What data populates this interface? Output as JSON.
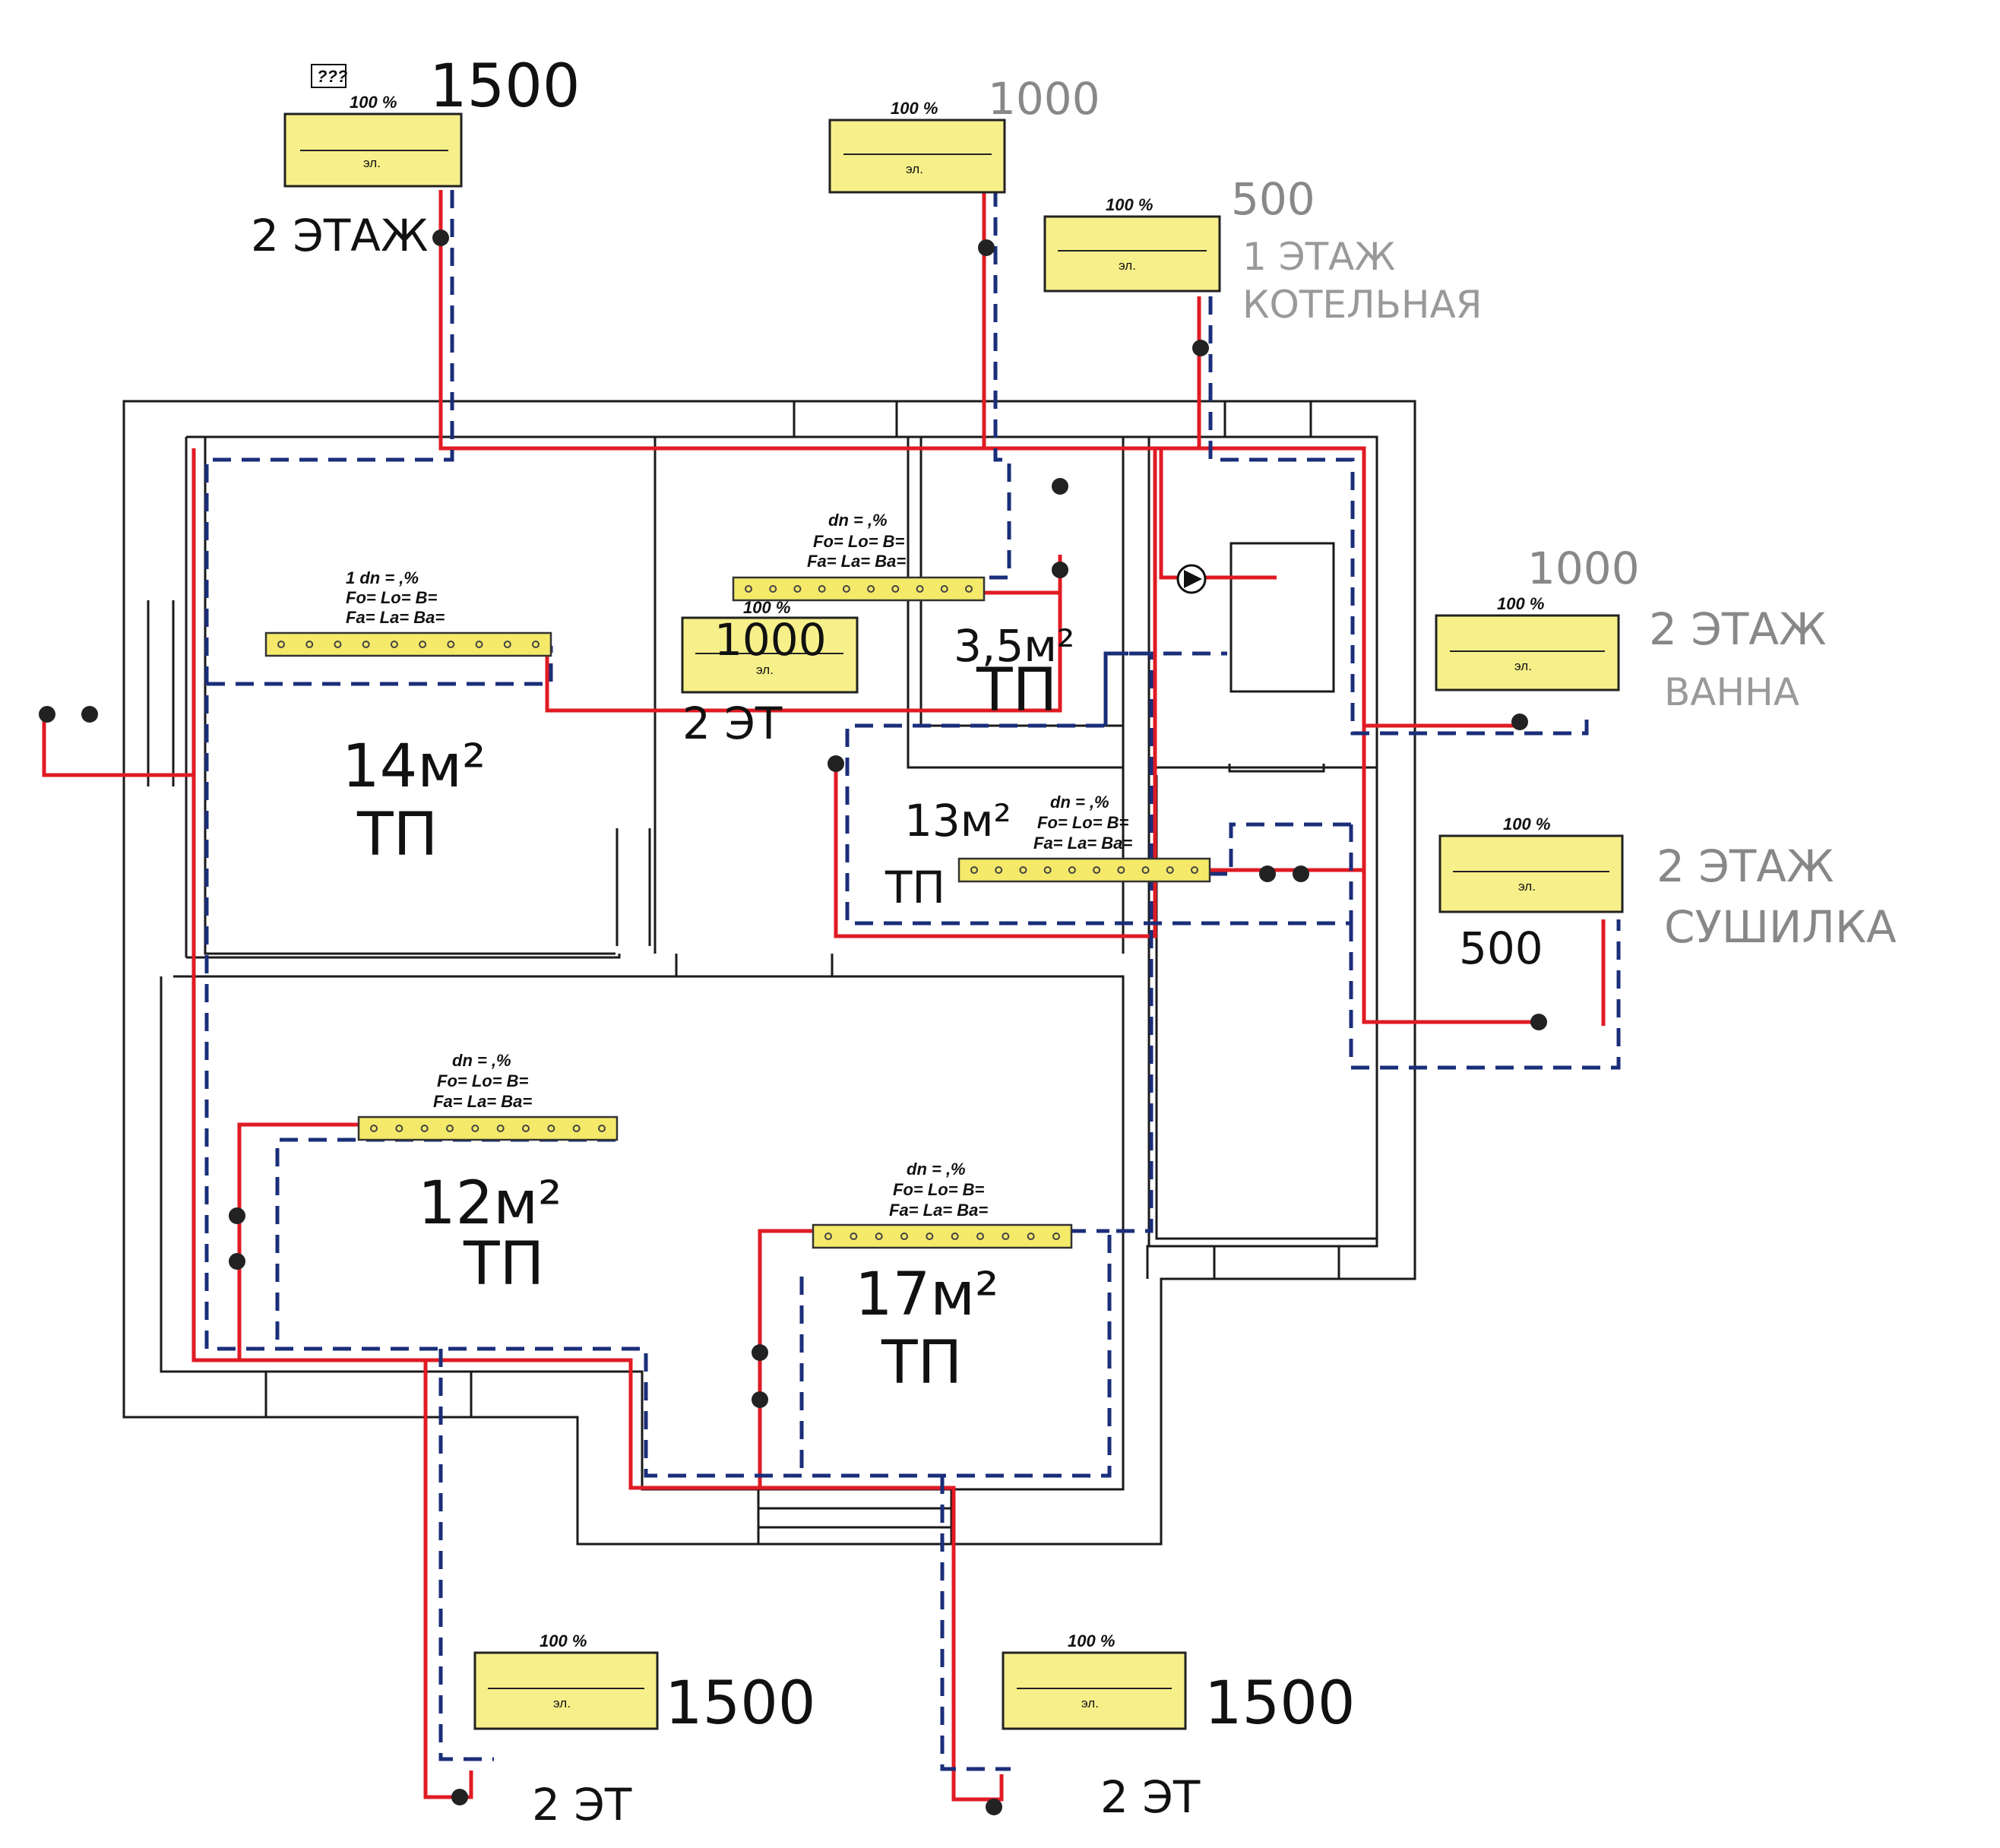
{
  "colors": {
    "supply": "#e01b24",
    "return": "#1a2e7a",
    "radiator": "#f7f08a",
    "manifold": "#f5e96a"
  },
  "radiators": [
    {
      "id": "r1",
      "percent": "100 %",
      "label": "эл.",
      "power": "1500",
      "note": "2 ЭТАЖ"
    },
    {
      "id": "r2",
      "percent": "100 %",
      "label": "эл.",
      "power": "1000",
      "note": ""
    },
    {
      "id": "r3",
      "percent": "100 %",
      "label": "эл.",
      "power": "500",
      "note": "1 ЭТАЖ",
      "note2": "КОТЕЛЬНАЯ"
    },
    {
      "id": "r4",
      "percent": "100 %",
      "label": "эл.",
      "power": "1000",
      "note": "2 ЭТ"
    },
    {
      "id": "r5",
      "percent": "100 %",
      "label": "эл.",
      "power": "1000",
      "note": "2 ЭТАЖ",
      "note2": "ВАННА"
    },
    {
      "id": "r6",
      "percent": "100 %",
      "label": "эл.",
      "power": "500",
      "note": "2 ЭТАЖ",
      "note2": "СУШИЛКА"
    },
    {
      "id": "r7",
      "percent": "100 %",
      "label": "эл.",
      "power": "1500",
      "note": "2 ЭТ"
    },
    {
      "id": "r8",
      "percent": "100 %",
      "label": "эл.",
      "power": "1500",
      "note": "2 ЭТ"
    }
  ],
  "unknown_tag": "???",
  "manifolds": [
    {
      "id": "m1",
      "line1": "1 dn =   ,%",
      "line2": "Fo= Lo= B=",
      "line3": "Fa= La= Ba="
    },
    {
      "id": "m2",
      "line1": "dn =   ,%",
      "line2": "Fo= Lo= B=",
      "line3": "Fa= La= Ba="
    },
    {
      "id": "m3",
      "line1": "dn =   ,%",
      "line2": "Fo= Lo= B=",
      "line3": "Fa= La= Ba="
    },
    {
      "id": "m4",
      "line1": "dn =   ,%",
      "line2": "Fo= Lo= B=",
      "line3": "Fa= La= Ba="
    },
    {
      "id": "m5",
      "line1": "dn =   ,%",
      "line2": "Fo= Lo= B=",
      "line3": "Fa= La= Ba="
    }
  ],
  "rooms": [
    {
      "id": "room1",
      "area": "14м²",
      "type": "ТП"
    },
    {
      "id": "room2",
      "area": "3,5м²",
      "type": "ТП"
    },
    {
      "id": "room3",
      "area": "13м²",
      "type": "ТП"
    },
    {
      "id": "room4",
      "area": "12м²",
      "type": "ТП"
    },
    {
      "id": "room5",
      "area": "17м²",
      "type": "ТП"
    }
  ]
}
